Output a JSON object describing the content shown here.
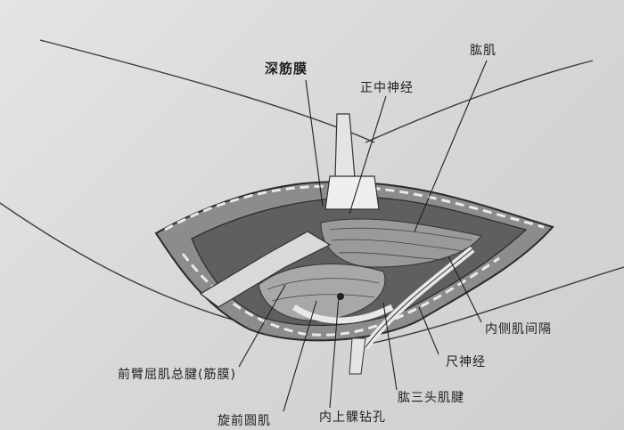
{
  "labels": {
    "deep_fascia": "深筋膜",
    "median_nerve": "正中神经",
    "brachialis": "肱肌",
    "medial_intermuscular_septum": "内侧肌间隔",
    "ulnar_nerve": "尺神经",
    "triceps_tendon": "肱三头肌腱",
    "medial_epicondyle_drill_hole": "内上髁钻孔",
    "pronator_teres": "旋前圆肌",
    "common_flexor_tendon": "前臂屈肌总腱(筋膜)"
  }
}
